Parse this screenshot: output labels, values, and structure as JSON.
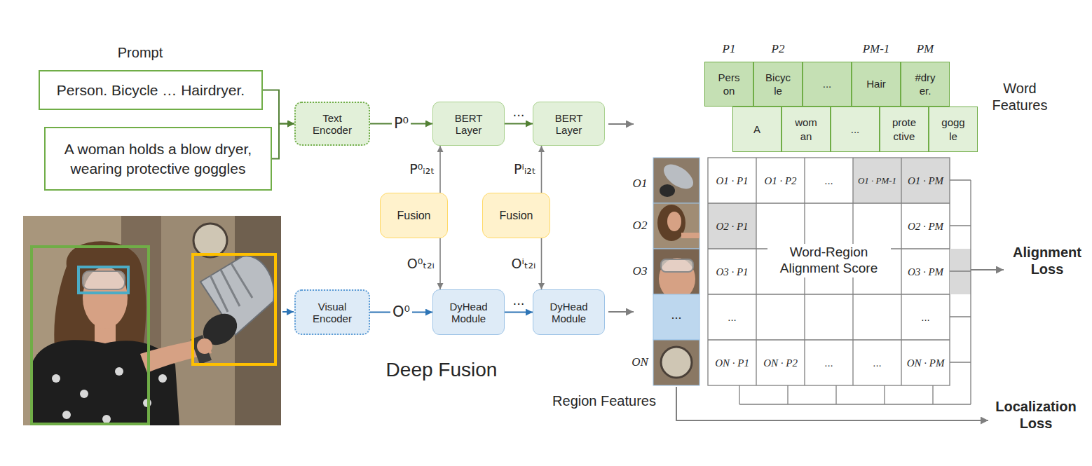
{
  "diagram": {
    "nodes": [
      {
        "text": [
          "Person. Bicycle … Hairdryer."
        ]
      },
      {
        "text": [
          "A woman holds a blow dryer, wearing protective goggles"
        ]
      },
      {
        "text": [
          "Text Encoder"
        ]
      },
      {
        "text": [
          "BERT Layer"
        ]
      },
      {
        "text": [
          "BERT Layer"
        ]
      },
      {
        "text": [
          "Fusion"
        ]
      },
      {
        "text": [
          "Fusion"
        ]
      },
      {
        "text": [
          "Visual Encoder"
        ]
      },
      {
        "text": [
          "DyHead Module"
        ]
      },
      {
        "text": [
          "DyHead Module"
        ]
      },
      {
        "text": [
          "Pers on"
        ]
      },
      {
        "text": [
          "Bicyc le"
        ]
      },
      {
        "text": [
          "..."
        ]
      },
      {
        "text": [
          "Hair"
        ]
      },
      {
        "text": [
          "#dry er."
        ]
      },
      {
        "text": [
          "A"
        ]
      },
      {
        "text": [
          "wom an"
        ]
      },
      {
        "text": [
          "..."
        ]
      },
      {
        "text": [
          "prote ctive"
        ]
      },
      {
        "text": [
          "gogg le"
        ]
      }
    ],
    "edges": [
      {
        "from": 0,
        "to": 2,
        "arrow": "to"
      },
      {
        "from": 1,
        "to": 2,
        "arrow": "to"
      },
      {
        "from": 2,
        "to": 3,
        "arrow": "to",
        "label": "P⁰"
      },
      {
        "from": 3,
        "to": 4,
        "arrow": "to",
        "label": "..."
      },
      {
        "from": 7,
        "to": 8,
        "arrow": "to",
        "label": "O⁰"
      },
      {
        "from": 8,
        "to": 9,
        "arrow": "to",
        "label": "..."
      },
      {
        "from": 5,
        "to": 3,
        "arrow": "to",
        "label": "P⁰ᵢ₂ₜ"
      },
      {
        "from": 5,
        "to": 8,
        "arrow": "to",
        "label": "O⁰ₜ₂ᵢ"
      },
      {
        "from": 6,
        "to": 4,
        "arrow": "to",
        "label": "Pⁱᵢ₂ₜ"
      },
      {
        "from": 6,
        "to": 9,
        "arrow": "to",
        "label": "Oⁱₜ₂ᵢ"
      }
    ],
    "labels": [
      "Prompt",
      "Deep Fusion",
      "P1",
      "P2",
      "PM-1",
      "PM",
      "Word Features",
      "O1",
      "O2",
      "O3",
      "ON",
      "...",
      "Region Features",
      "O1 · P1",
      "O1 · P2",
      "...",
      "O1 · PM-1",
      "O1 · PM",
      "O2 · P1",
      "O2 · PM",
      "O3 · P1",
      "Word-Region Alignment Score",
      "O3 · PM",
      "...",
      "...",
      "ON · P1",
      "ON · P2",
      "...",
      "...",
      "ON · PM",
      "Alignment Loss",
      "Localization Loss"
    ]
  }
}
